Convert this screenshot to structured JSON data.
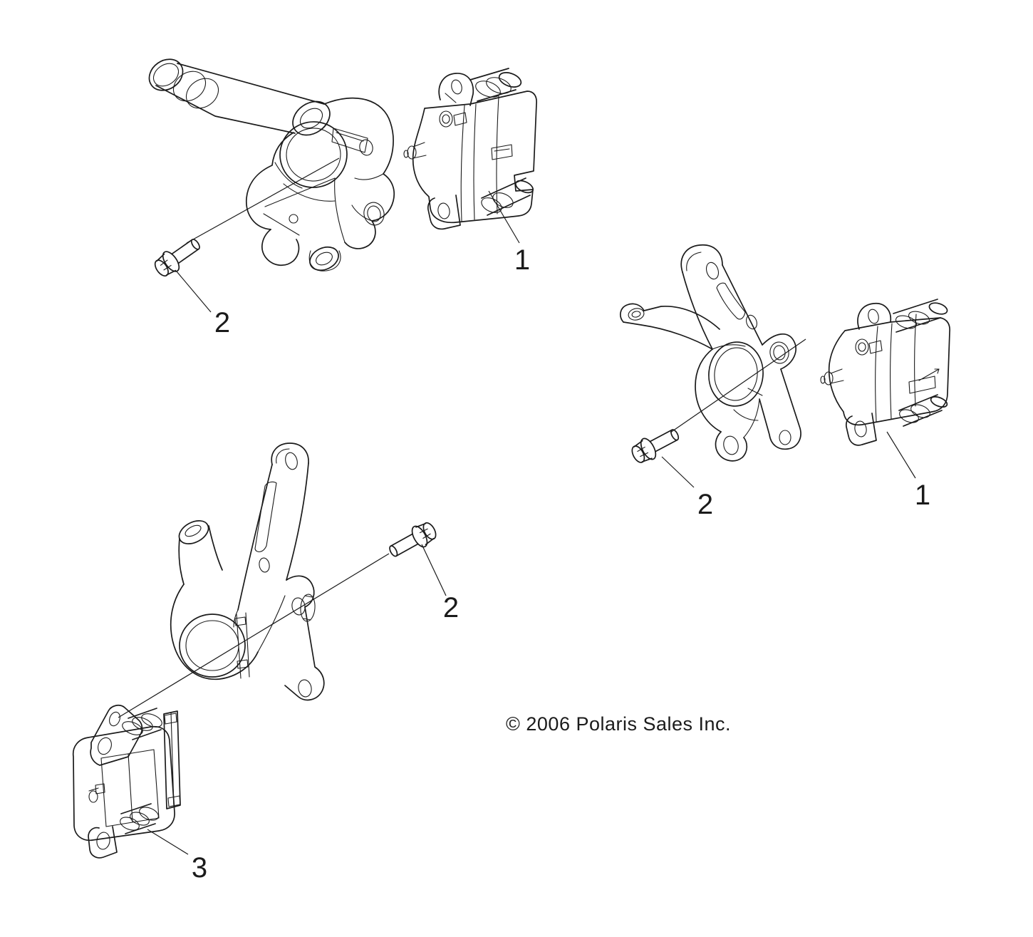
{
  "figure": {
    "background_color": "#ffffff",
    "line_color": "#1b1b1b",
    "copyright_notice": "© 2006 Polaris Sales Inc.",
    "callouts": [
      {
        "label": "1"
      },
      {
        "label": "2"
      },
      {
        "label": "1"
      },
      {
        "label": "2"
      },
      {
        "label": "2"
      },
      {
        "label": "3"
      }
    ]
  }
}
